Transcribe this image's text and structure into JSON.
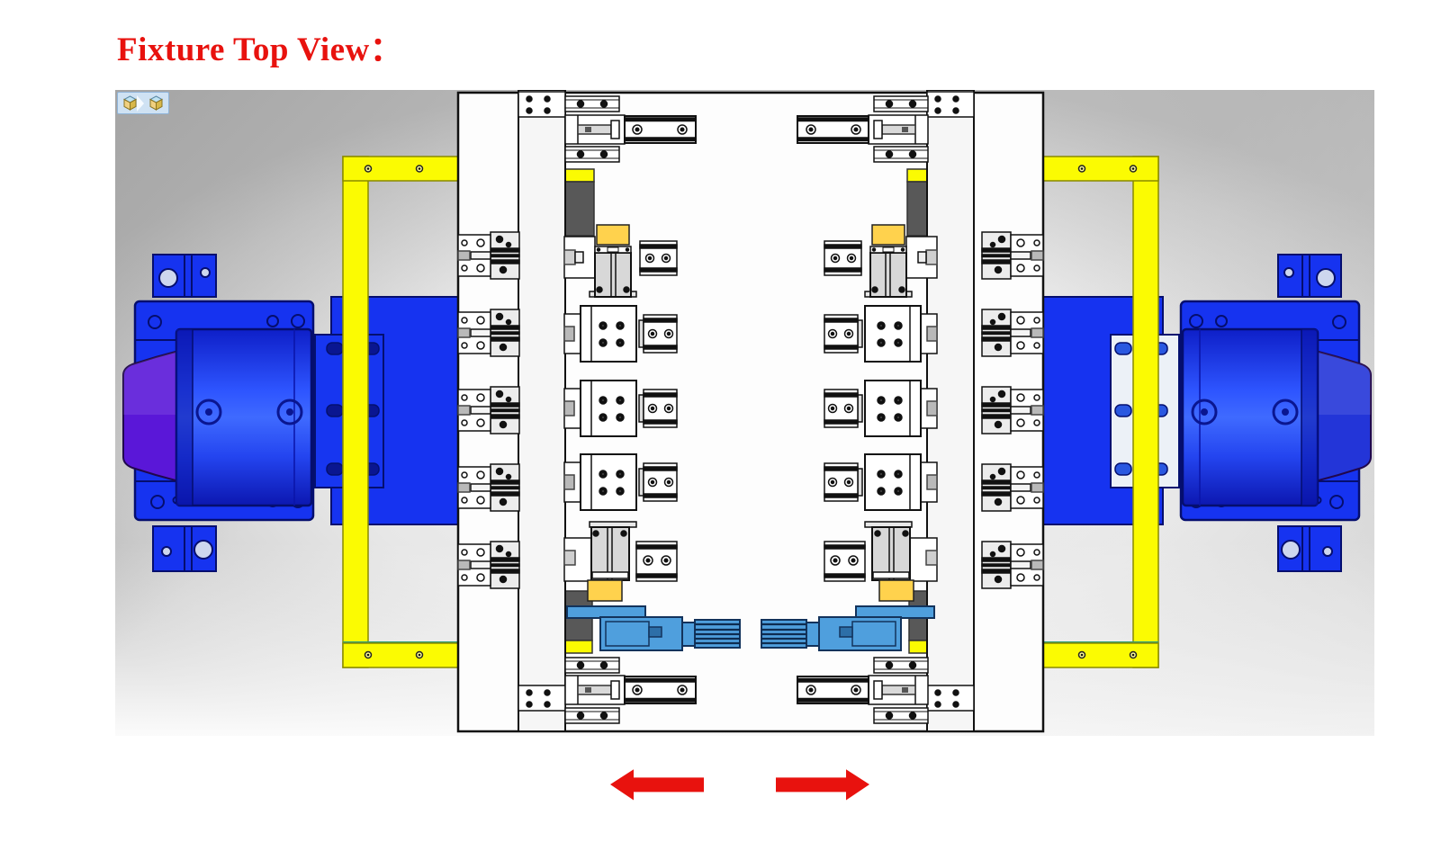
{
  "page": {
    "title": "Fixture Top View："
  },
  "viewer": {
    "breadcrumb_icons": [
      "assembly-cube-icon",
      "assembly-cube-icon"
    ],
    "view_name": "fixture-top-view"
  },
  "annotations": {
    "arrows": [
      {
        "direction": "left"
      },
      {
        "direction": "right"
      }
    ]
  },
  "colors": {
    "red_accent": "#e8120e",
    "machine_blue": "#1633f0",
    "machine_blue_dark": "#0a18a0",
    "cone_purple": "#5a17d8",
    "tail_blue": "#2335d8",
    "frame_yellow": "#fbfb02",
    "cap_yellow": "#ffd24d",
    "actuator_blue": "#4f9fdd",
    "dark_block_gray": "#585858"
  }
}
